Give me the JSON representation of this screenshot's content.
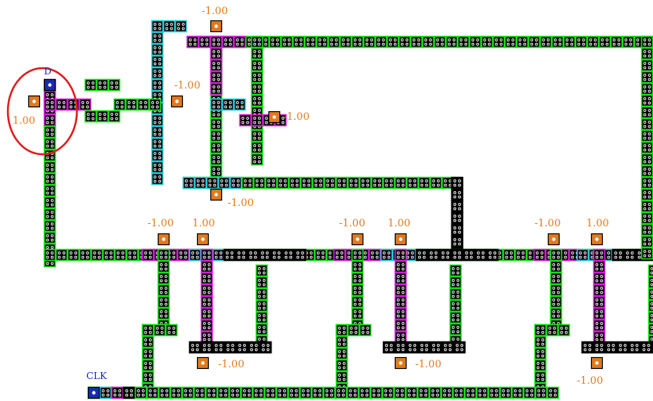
{
  "colors": {
    "green": "#12e012",
    "cyan": "#25c8d8",
    "magenta": "#d41bd8",
    "black": "#000000",
    "orange": "#e07a1f",
    "blue": "#1a2bb0",
    "highlight_circle": "#e01c1c"
  },
  "labels": {
    "input_d": "D",
    "input_clk": "CLK",
    "d_value": "1.00",
    "top_bias": "-1.00",
    "top_mid_bias": "-1.00",
    "top_right_bias": "-1.00",
    "top_bottom_bias": "-1.00",
    "stage1_bias": "-1.00",
    "stage1_weight": "1.00",
    "stage1_bottom_bias": "-1.00",
    "stage2_bias": "-1.00",
    "stage2_weight": "1.00",
    "stage2_bottom_bias": "-1.00",
    "stage3_bias": "-1.00",
    "stage3_weight": "1.00",
    "stage3_bottom_bias": "-1.00"
  }
}
